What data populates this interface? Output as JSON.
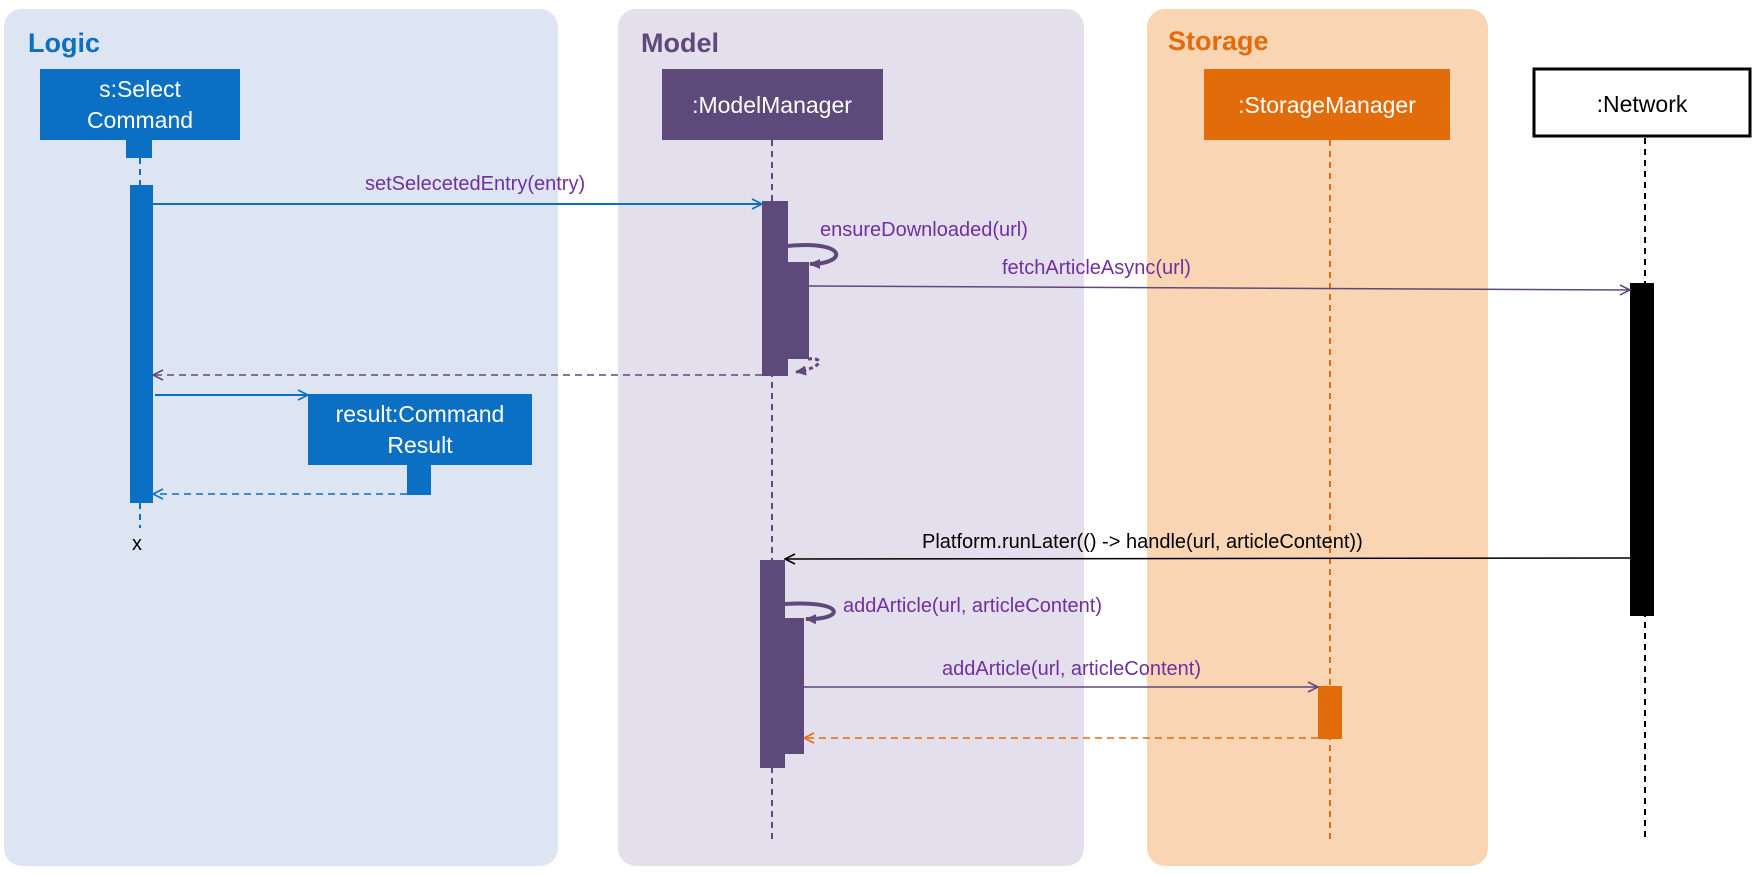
{
  "colors": {
    "logic_lane": "#dce5f1",
    "model_lane": "#e3dfec",
    "storage_lane": "#fad5b4",
    "logic": "#0b70c4",
    "model": "#5e4a7a",
    "storage": "#e36c0a",
    "network": "#000000",
    "label": "#7030a0"
  },
  "lanes": {
    "logic": "Logic",
    "model": "Model",
    "storage": "Storage"
  },
  "participants": {
    "select_cmd": [
      "s:Select",
      "Command"
    ],
    "model_manager": ":ModelManager",
    "storage_manager": ":StorageManager",
    "network": ":Network",
    "command_result": [
      "result:Command",
      "Result"
    ]
  },
  "messages": {
    "set_entry": "setSelecetedEntry(entry)",
    "ensure_downloaded": "ensureDownloaded(url)",
    "fetch_async": "fetchArticleAsync(url)",
    "run_later": "Platform.runLater(() -> handle(url, articleContent))",
    "add_article_self": "addArticle(url, articleContent)",
    "add_article_storage": "addArticle(url, articleContent)"
  },
  "destroy_marker": "x"
}
